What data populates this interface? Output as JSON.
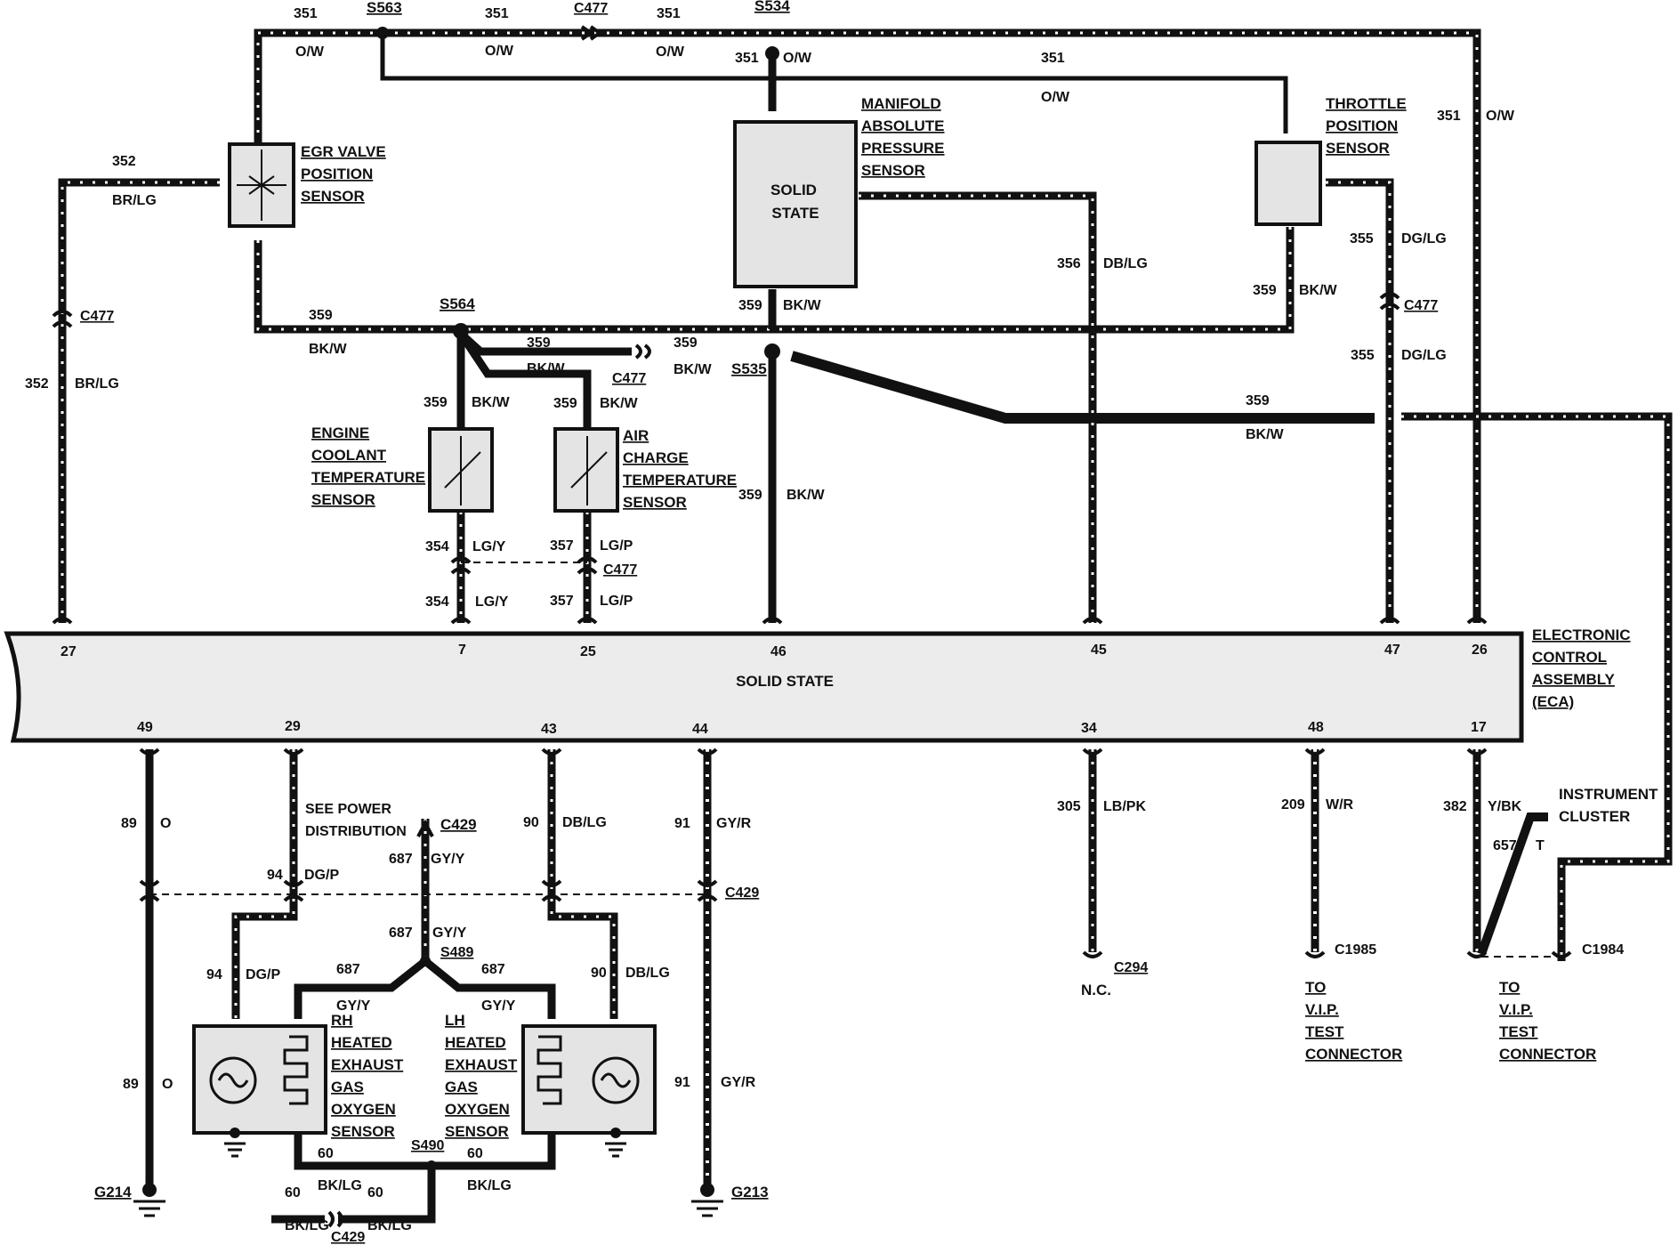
{
  "components": {
    "egr": [
      "EGR VALVE",
      "POSITION",
      "SENSOR"
    ],
    "map": [
      "MANIFOLD",
      "ABSOLUTE",
      "PRESSURE",
      "SENSOR"
    ],
    "map_inner": [
      "SOLID",
      "STATE"
    ],
    "tps": [
      "THROTTLE",
      "POSITION",
      "SENSOR"
    ],
    "ect": [
      "ENGINE",
      "COOLANT",
      "TEMPERATURE",
      "SENSOR"
    ],
    "act": [
      "AIR",
      "CHARGE",
      "TEMPERATURE",
      "SENSOR"
    ],
    "eca": [
      "ELECTRONIC",
      "CONTROL",
      "ASSEMBLY",
      "(ECA)"
    ],
    "eca_inner": "SOLID STATE",
    "rh_hego": [
      "RH",
      "HEATED",
      "EXHAUST",
      "GAS",
      "OXYGEN",
      "SENSOR"
    ],
    "lh_hego": [
      "LH",
      "HEATED",
      "EXHAUST",
      "GAS",
      "OXYGEN",
      "SENSOR"
    ],
    "instrument_cluster": [
      "INSTRUMENT",
      "CLUSTER"
    ],
    "see_power": [
      "SEE POWER",
      "DISTRIBUTION"
    ],
    "vip1": [
      "TO",
      "V.I.P.",
      "TEST",
      "CONNECTOR"
    ],
    "vip2": [
      "TO",
      "V.I.P.",
      "TEST",
      "CONNECTOR"
    ],
    "nc": "N.C."
  },
  "splices": {
    "s563": "S563",
    "s534": "S534",
    "s564": "S564",
    "s535": "S535",
    "s489": "S489",
    "s490": "S490"
  },
  "connectors": {
    "c477_top": "C477",
    "c477_left": "C477",
    "c477_mid": "C477",
    "c477_low": "C477",
    "c477_right": "C477",
    "c429_a": "C429",
    "c429_b": "C429",
    "c429_c": "C429",
    "c294": "C294",
    "c1985": "C1985",
    "c1984": "C1984"
  },
  "grounds": {
    "g214": "G214",
    "g213": "G213"
  },
  "eca_pins": {
    "top": [
      "27",
      "7",
      "25",
      "46",
      "45",
      "47",
      "26"
    ],
    "bottom": [
      "49",
      "29",
      "43",
      "44",
      "34",
      "48",
      "17"
    ]
  },
  "wires": {
    "c351": "351",
    "ow": "O/W",
    "c352": "352",
    "brlg": "BR/LG",
    "c359": "359",
    "bkw": "BK/W",
    "c356": "356",
    "dblg": "DB/LG",
    "c355": "355",
    "dglg": "DG/LG",
    "c354": "354",
    "lgy": "LG/Y",
    "c357": "357",
    "lgp": "LG/P",
    "c89": "89",
    "o": "O",
    "c94": "94",
    "dgp": "DG/P",
    "c687": "687",
    "gyy": "GY/Y",
    "c90": "90",
    "c91": "91",
    "gyr": "GY/R",
    "c305": "305",
    "lbpk": "LB/PK",
    "c209": "209",
    "wr": "W/R",
    "c382": "382",
    "ybk": "Y/BK",
    "c657": "657",
    "t": "T",
    "c60": "60",
    "bklg": "BK/LG"
  }
}
